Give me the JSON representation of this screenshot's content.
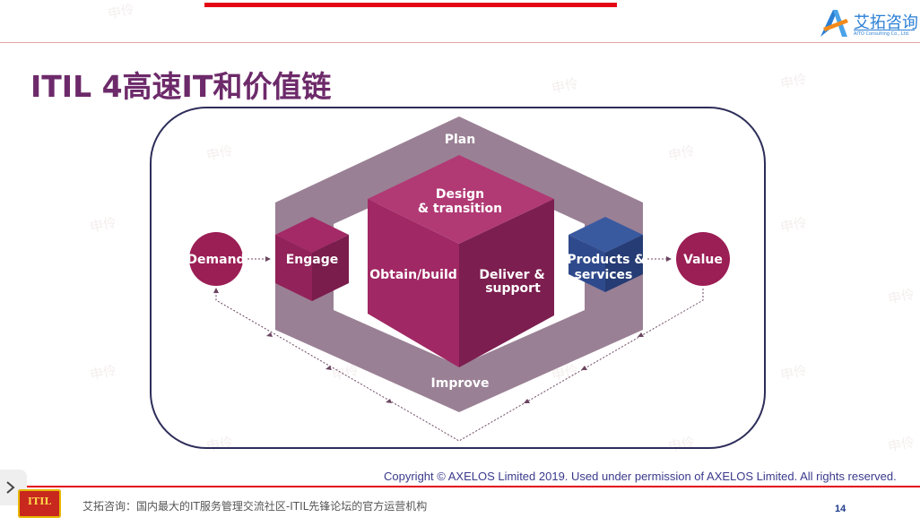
{
  "header": {
    "logo_text": "艾拓咨询",
    "logo_subtext": "AITO Consulting Co., Ltd."
  },
  "title": "ITIL 4高速IT和价值链",
  "diagram": {
    "demand": "Demand",
    "engage": "Engage",
    "plan": "Plan",
    "design_line1": "Design",
    "design_line2": "& transition",
    "obtain_build": "Obtain/build",
    "deliver_line1": "Deliver &",
    "deliver_line2": "support",
    "improve": "Improve",
    "products_line1": "Products &",
    "products_line2": "services",
    "value": "Value"
  },
  "copyright": "Copyright © AXELOS Limited 2019. Used under permission of AXELOS Limited. All rights reserved.",
  "footer": {
    "badge_text": "ITIL",
    "text": "艾拓咨询：国内最大的IT服务管理交流社区-ITIL先锋论坛的官方运营机构",
    "page_number": "14"
  },
  "watermark_text": "申伶",
  "colors": {
    "title": "#6d2a6a",
    "frame": "#9a8095",
    "cube_front": "#a02864",
    "cube_top": "#b13a75",
    "cube_right": "#7c1e4f",
    "product_cube": "#2f4a8c",
    "circle": "#9b1e55",
    "accent_red": "#e30613",
    "copyright_text": "#3b3a8c"
  }
}
